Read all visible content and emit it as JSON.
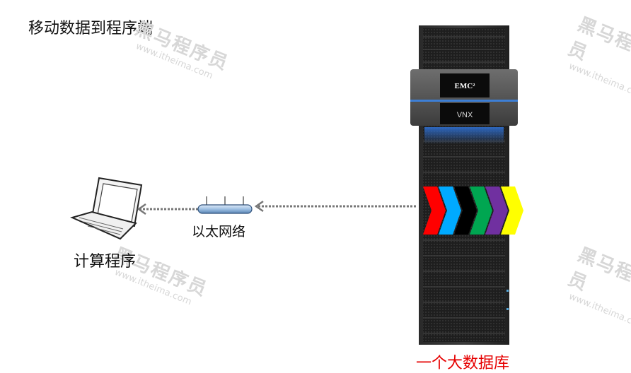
{
  "title": "移动数据到程序端",
  "nodes": {
    "computer": {
      "label": "计算程序"
    },
    "network": {
      "label": "以太网络"
    },
    "database": {
      "label": "一个大数据库"
    }
  },
  "server": {
    "brand": "EMC²",
    "model": "VNX"
  },
  "watermark": {
    "cn": "黑马程序员",
    "en": "www.itheima.com"
  },
  "data_chevrons": [
    "#ff0000",
    "#00aaff",
    "#000000",
    "#00a651",
    "#7030a0",
    "#ffff00"
  ]
}
